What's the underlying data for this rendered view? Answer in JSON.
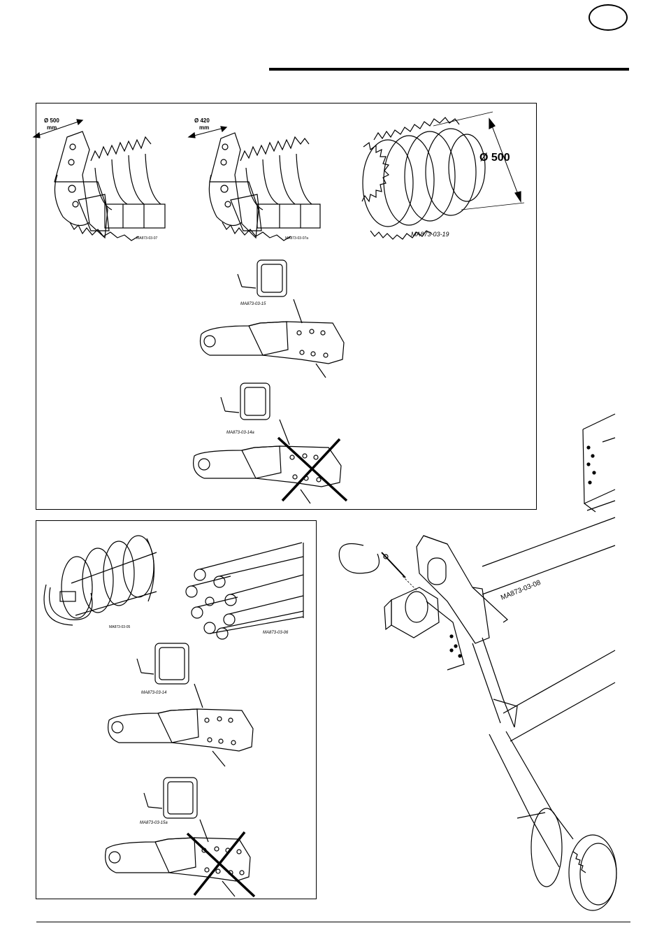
{
  "figures": {
    "fig_a_dim": "Ø 500",
    "fig_a_unit": "mm",
    "fig_a_ref": "MA873-03-07",
    "fig_b_dim": "Ø 420",
    "fig_b_unit": "mm",
    "fig_b_ref": "MA873-03-07a",
    "fig_c_dim": "Ø 500",
    "fig_c_ref": "MA873-03-19",
    "fig_d_ref": "MA873-03-15",
    "fig_e_ref": "MA873-03-14a",
    "fig_f_ref": "MA873-03-05",
    "fig_g_ref": "MA873-03-06",
    "fig_h_ref": "MA873-03-14",
    "fig_i_ref": "MA873-03-15a",
    "fig_main_ref": "MA873-03-08"
  }
}
